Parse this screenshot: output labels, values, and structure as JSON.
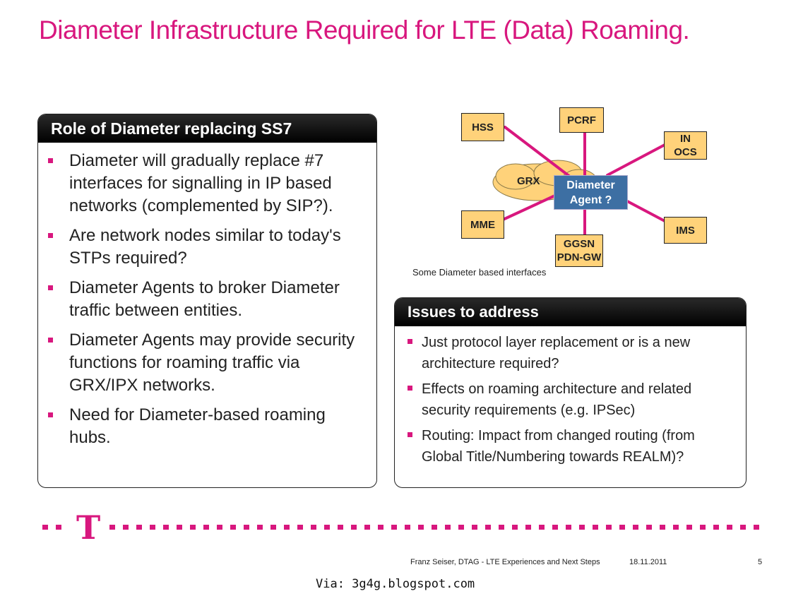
{
  "title": "Diameter Infrastructure Required for LTE (Data) Roaming.",
  "left_panel": {
    "heading": "Role of Diameter replacing SS7",
    "items": [
      "Diameter will gradually replace #7 interfaces for signalling in IP based networks (complemented by SIP?).",
      "Are network nodes similar to today's STPs required?",
      "Diameter Agents to broker Diameter traffic between entities.",
      "Diameter Agents may provide security functions for roaming traffic via GRX/IPX networks.",
      "Need for Diameter-based roaming hubs."
    ]
  },
  "diagram": {
    "nodes": {
      "hss": "HSS",
      "pcrf": "PCRF",
      "in": "IN",
      "ocs": "OCS",
      "mme": "MME",
      "ims": "IMS",
      "ggsn": "GGSN",
      "pdngw": "PDN-GW"
    },
    "cloud_label": "GRX",
    "agent_line1": "Diameter",
    "agent_line2": "Agent ?",
    "caption": "Some Diameter based interfaces",
    "link_color": "#d8177e",
    "node_color": "#ffd27a",
    "agent_color": "#3d6fa3"
  },
  "right_panel": {
    "heading": "Issues to address",
    "items": [
      "Just protocol layer replacement or is a new architecture required?",
      "Effects on roaming architecture and related security requirements (e.g. IPSec)",
      "Routing: Impact from changed routing (from Global Title/Numbering towards REALM)?"
    ]
  },
  "logo_letter": "T",
  "footer": {
    "author": "Franz Seiser, DTAG - LTE Experiences and Next Steps",
    "date": "18.11.2011",
    "page": "5"
  },
  "via": "Via: 3g4g.blogspot.com",
  "colors": {
    "brand_magenta": "#d8177e",
    "panel_header": "#000000"
  }
}
